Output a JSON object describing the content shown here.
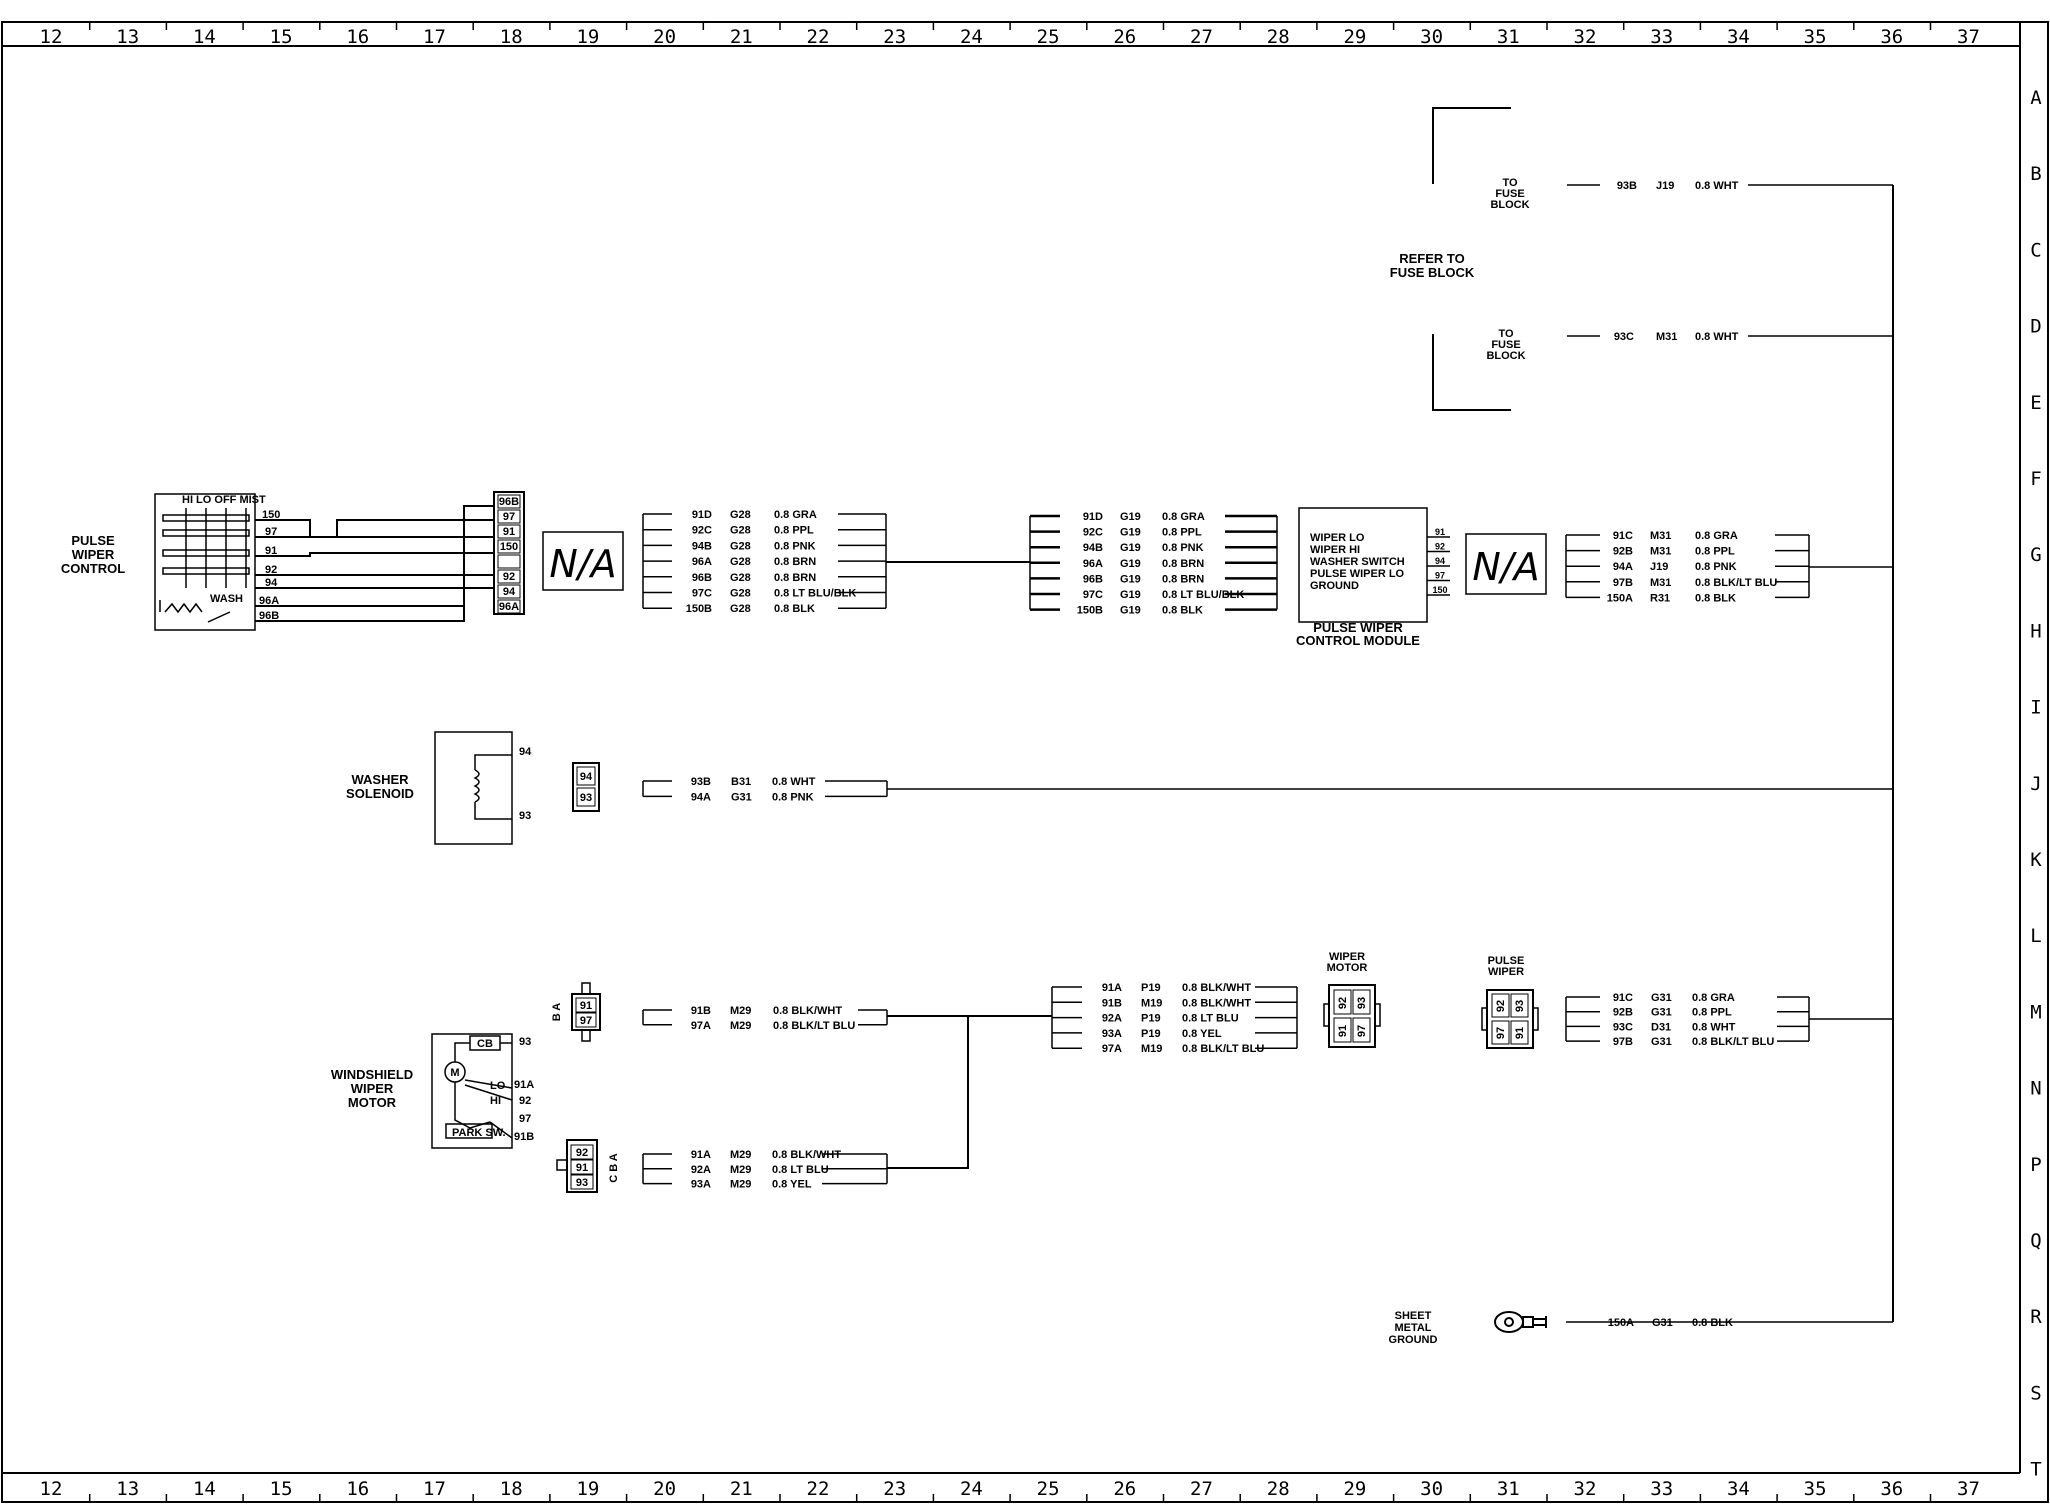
{
  "ruler": {
    "columns": [
      "12",
      "13",
      "14",
      "15",
      "16",
      "17",
      "18",
      "19",
      "20",
      "21",
      "22",
      "23",
      "24",
      "25",
      "26",
      "27",
      "28",
      "29",
      "30",
      "31",
      "32",
      "33",
      "34",
      "35",
      "36",
      "37"
    ],
    "rows": [
      "A",
      "B",
      "C",
      "D",
      "E",
      "F",
      "G",
      "H",
      "I",
      "J",
      "K",
      "L",
      "M",
      "N",
      "P",
      "Q",
      "R",
      "S",
      "T"
    ]
  },
  "components": {
    "pulse_wiper_control": {
      "title": "PULSE WIPER CONTROL",
      "switch_labels": "HI  LO OFF MIST",
      "wash_label": "WASH",
      "pins": [
        "150",
        "97",
        "91",
        "92",
        "94",
        "96A",
        "96B"
      ],
      "connector_pins": [
        "96B",
        "97",
        "91",
        "150",
        "",
        "92",
        "94",
        "96A"
      ]
    },
    "na_box_left": "N/A",
    "na_box_right": "N/A",
    "pulse_wiper_module": {
      "title": "PULSE WIPER CONTROL MODULE",
      "inputs": [
        "WIPER LO",
        "WIPER HI",
        "WASHER SWITCH",
        "PULSE WIPER LO",
        "GROUND"
      ],
      "pins": [
        "91",
        "92",
        "94",
        "97",
        "150"
      ]
    },
    "fuse_block": {
      "refer": "REFER TO FUSE BLOCK",
      "to_fuse_block": "TO FUSE BLOCK"
    },
    "washer_solenoid": {
      "title": "WASHER SOLENOID",
      "pins": [
        "94",
        "93"
      ],
      "connector_pins": [
        "94",
        "93"
      ]
    },
    "windshield_wiper_motor": {
      "title": "WINDSHIELD WIPER MOTOR",
      "cb": "CB",
      "motor": "M",
      "lo": "LO",
      "hi": "HI",
      "park": "PARK SW.",
      "pins": [
        "93",
        "91A",
        "92",
        "97",
        "91B"
      ]
    },
    "motor_connector_top": {
      "pins": [
        "91",
        "97"
      ],
      "letters": "B A"
    },
    "motor_connector_bottom": {
      "pins": [
        "92",
        "91",
        "93"
      ],
      "letters": "C B A"
    },
    "wiper_motor_connector": {
      "title": "WIPER MOTOR",
      "pins": [
        "92",
        "93",
        "91",
        "97"
      ]
    },
    "pulse_wiper_connector": {
      "title": "PULSE WIPER",
      "pins": [
        "92",
        "93",
        "97",
        "91"
      ]
    },
    "sheet_metal_ground": {
      "title": "SHEET METAL GROUND"
    }
  },
  "wires": {
    "fuse_b": {
      "circuit": "93B",
      "loc": "J19",
      "wire": "0.8 WHT"
    },
    "fuse_d": {
      "circuit": "93C",
      "loc": "M31",
      "wire": "0.8 WHT"
    },
    "group_g20": [
      {
        "circuit": "91D",
        "loc": "G28",
        "wire": "0.8 GRA"
      },
      {
        "circuit": "92C",
        "loc": "G28",
        "wire": "0.8 PPL"
      },
      {
        "circuit": "94B",
        "loc": "G28",
        "wire": "0.8 PNK"
      },
      {
        "circuit": "96A",
        "loc": "G28",
        "wire": "0.8 BRN"
      },
      {
        "circuit": "96B",
        "loc": "G28",
        "wire": "0.8 BRN"
      },
      {
        "circuit": "97C",
        "loc": "G28",
        "wire": "0.8 LT BLU/BLK"
      },
      {
        "circuit": "150B",
        "loc": "G28",
        "wire": "0.8 BLK"
      }
    ],
    "group_g26": [
      {
        "circuit": "91D",
        "loc": "G19",
        "wire": "0.8 GRA"
      },
      {
        "circuit": "92C",
        "loc": "G19",
        "wire": "0.8 PPL"
      },
      {
        "circuit": "94B",
        "loc": "G19",
        "wire": "0.8 PNK"
      },
      {
        "circuit": "96A",
        "loc": "G19",
        "wire": "0.8 BRN"
      },
      {
        "circuit": "96B",
        "loc": "G19",
        "wire": "0.8 BRN"
      },
      {
        "circuit": "97C",
        "loc": "G19",
        "wire": "0.8 LT BLU/BLK"
      },
      {
        "circuit": "150B",
        "loc": "G19",
        "wire": "0.8 BLK"
      }
    ],
    "group_g33": [
      {
        "circuit": "91C",
        "loc": "M31",
        "wire": "0.8 GRA"
      },
      {
        "circuit": "92B",
        "loc": "M31",
        "wire": "0.8 PPL"
      },
      {
        "circuit": "94A",
        "loc": "J19",
        "wire": "0.8 PNK"
      },
      {
        "circuit": "97B",
        "loc": "M31",
        "wire": "0.8 BLK/LT BLU"
      },
      {
        "circuit": "150A",
        "loc": "R31",
        "wire": "0.8 BLK"
      }
    ],
    "group_j20": [
      {
        "circuit": "93B",
        "loc": "B31",
        "wire": "0.8 WHT"
      },
      {
        "circuit": "94A",
        "loc": "G31",
        "wire": "0.8 PNK"
      }
    ],
    "group_m20": [
      {
        "circuit": "91B",
        "loc": "M29",
        "wire": "0.8 BLK/WHT"
      },
      {
        "circuit": "97A",
        "loc": "M29",
        "wire": "0.8 BLK/LT BLU"
      }
    ],
    "group_p20": [
      {
        "circuit": "91A",
        "loc": "M29",
        "wire": "0.8 BLK/WHT"
      },
      {
        "circuit": "92A",
        "loc": "M29",
        "wire": "0.8 LT BLU"
      },
      {
        "circuit": "93A",
        "loc": "M29",
        "wire": "0.8 YEL"
      }
    ],
    "group_m26": [
      {
        "circuit": "91A",
        "loc": "P19",
        "wire": "0.8 BLK/WHT"
      },
      {
        "circuit": "91B",
        "loc": "M19",
        "wire": "0.8 BLK/WHT"
      },
      {
        "circuit": "92A",
        "loc": "P19",
        "wire": "0.8 LT BLU"
      },
      {
        "circuit": "93A",
        "loc": "P19",
        "wire": "0.8 YEL"
      },
      {
        "circuit": "97A",
        "loc": "M19",
        "wire": "0.8 BLK/LT BLU"
      }
    ],
    "group_m33": [
      {
        "circuit": "91C",
        "loc": "G31",
        "wire": "0.8 GRA"
      },
      {
        "circuit": "92B",
        "loc": "G31",
        "wire": "0.8 PPL"
      },
      {
        "circuit": "93C",
        "loc": "D31",
        "wire": "0.8 WHT"
      },
      {
        "circuit": "97B",
        "loc": "G31",
        "wire": "0.8 BLK/LT BLU"
      }
    ],
    "ground_r": {
      "circuit": "150A",
      "loc": "G31",
      "wire": "0.8 BLK"
    }
  }
}
